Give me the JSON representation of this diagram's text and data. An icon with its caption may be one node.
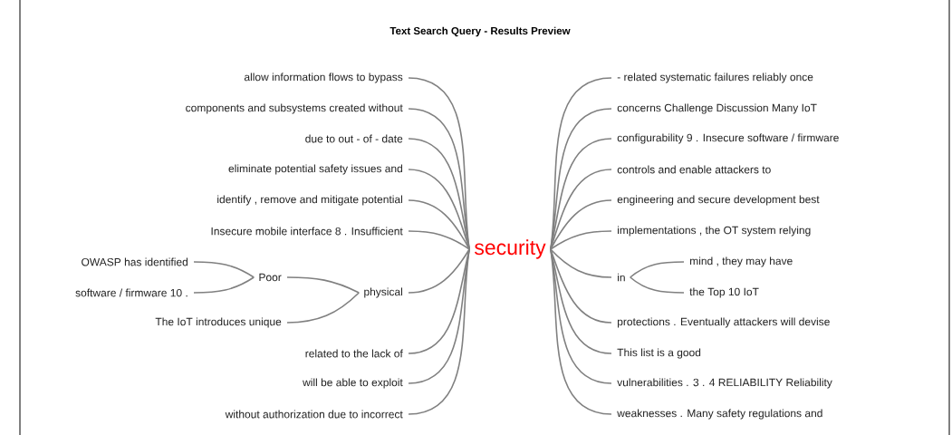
{
  "diagram": {
    "title": "Text Search Query - Results Preview",
    "nodes": [
      {
        "text": [
          "security"
        ]
      },
      {
        "text": [
          "allow information flows to bypass"
        ]
      },
      {
        "text": [
          "components and subsystems created without"
        ]
      },
      {
        "text": [
          "due to out - of - date"
        ]
      },
      {
        "text": [
          "eliminate potential safety issues and"
        ]
      },
      {
        "text": [
          "identify , remove and mitigate potential"
        ]
      },
      {
        "text": [
          "Insecure mobile interface 8 . Insufficient"
        ]
      },
      {
        "text": [
          "physical"
        ]
      },
      {
        "text": [
          "Poor"
        ]
      },
      {
        "text": [
          "OWASP has identified"
        ]
      },
      {
        "text": [
          "software / firmware 10 ."
        ]
      },
      {
        "text": [
          "The IoT introduces unique"
        ]
      },
      {
        "text": [
          "related to the lack of"
        ]
      },
      {
        "text": [
          "will be able to exploit"
        ]
      },
      {
        "text": [
          "without authorization due to incorrect"
        ]
      },
      {
        "text": [
          "- related systematic failures reliably once"
        ]
      },
      {
        "text": [
          "concerns Challenge Discussion Many IoT"
        ]
      },
      {
        "text": [
          "configurability 9 . Insecure software / firmware"
        ]
      },
      {
        "text": [
          "controls and enable attackers to"
        ]
      },
      {
        "text": [
          "engineering and secure development best"
        ]
      },
      {
        "text": [
          "implementations , the OT system relying"
        ]
      },
      {
        "text": [
          "in"
        ]
      },
      {
        "text": [
          "mind , they may have"
        ]
      },
      {
        "text": [
          "the Top 10 IoT"
        ]
      },
      {
        "text": [
          "protections . Eventually attackers will devise"
        ]
      },
      {
        "text": [
          "This list is a good"
        ]
      },
      {
        "text": [
          "vulnerabilities . 3 . 4 RELIABILITY Reliability"
        ]
      },
      {
        "text": [
          "weaknesses . Many safety regulations and"
        ]
      }
    ],
    "edges": [
      {
        "from": 0,
        "to": 1,
        "arrow": "none"
      },
      {
        "from": 0,
        "to": 2,
        "arrow": "none"
      },
      {
        "from": 0,
        "to": 3,
        "arrow": "none"
      },
      {
        "from": 0,
        "to": 4,
        "arrow": "none"
      },
      {
        "from": 0,
        "to": 5,
        "arrow": "none"
      },
      {
        "from": 0,
        "to": 6,
        "arrow": "none"
      },
      {
        "from": 0,
        "to": 7,
        "arrow": "none"
      },
      {
        "from": 7,
        "to": 8,
        "arrow": "none"
      },
      {
        "from": 8,
        "to": 9,
        "arrow": "none"
      },
      {
        "from": 8,
        "to": 10,
        "arrow": "none"
      },
      {
        "from": 7,
        "to": 11,
        "arrow": "none"
      },
      {
        "from": 0,
        "to": 12,
        "arrow": "none"
      },
      {
        "from": 0,
        "to": 13,
        "arrow": "none"
      },
      {
        "from": 0,
        "to": 14,
        "arrow": "none"
      },
      {
        "from": 0,
        "to": 15,
        "arrow": "none"
      },
      {
        "from": 0,
        "to": 16,
        "arrow": "none"
      },
      {
        "from": 0,
        "to": 17,
        "arrow": "none"
      },
      {
        "from": 0,
        "to": 18,
        "arrow": "none"
      },
      {
        "from": 0,
        "to": 19,
        "arrow": "none"
      },
      {
        "from": 0,
        "to": 20,
        "arrow": "none"
      },
      {
        "from": 0,
        "to": 21,
        "arrow": "none"
      },
      {
        "from": 21,
        "to": 22,
        "arrow": "none"
      },
      {
        "from": 21,
        "to": 23,
        "arrow": "none"
      },
      {
        "from": 0,
        "to": 24,
        "arrow": "none"
      },
      {
        "from": 0,
        "to": 25,
        "arrow": "none"
      },
      {
        "from": 0,
        "to": 26,
        "arrow": "none"
      },
      {
        "from": 0,
        "to": 27,
        "arrow": "none"
      }
    ]
  }
}
